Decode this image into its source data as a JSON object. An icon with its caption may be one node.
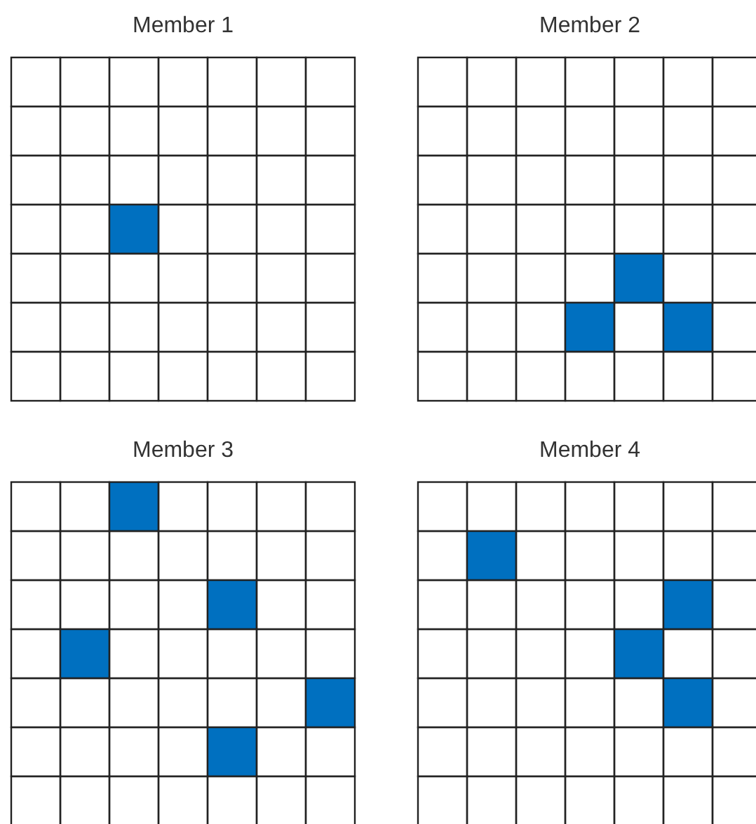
{
  "diagram": {
    "labels": [
      "Member 1",
      "Member 2",
      "Member 3",
      "Member 4"
    ]
  }
}
